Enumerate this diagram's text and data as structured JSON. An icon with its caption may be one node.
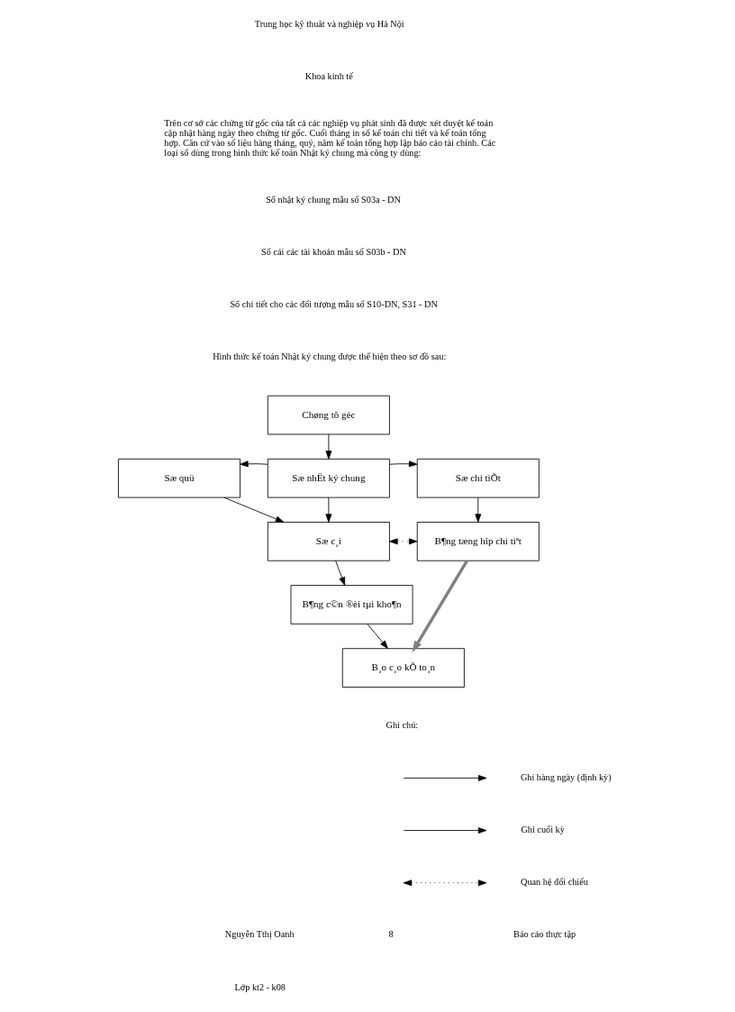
{
  "diagram": {
    "nodes": [
      {
        "text": [
          "Chøng tõ gèc"
        ]
      },
      {
        "text": [
          "Sæ nhËt ký chung"
        ]
      },
      {
        "text": [
          "Sæ quü"
        ]
      },
      {
        "text": [
          "Sæ chi tiÕt"
        ]
      },
      {
        "text": [
          "Sæ c¸i"
        ]
      },
      {
        "text": [
          "B¶ng tæng hîp chi tiªt"
        ]
      },
      {
        "text": [
          "B¶ng c©n ®èi tµi kho¶n"
        ]
      },
      {
        "text": [
          "B¸o c¸o kÕ to¸n"
        ]
      }
    ],
    "edges": [
      {
        "from": 0,
        "to": 1,
        "arrow": "to"
      },
      {
        "from": 1,
        "to": 2,
        "arrow": "to"
      },
      {
        "from": 1,
        "to": 3,
        "arrow": "to"
      },
      {
        "from": 1,
        "to": 4,
        "arrow": "to"
      },
      {
        "from": 2,
        "to": 4,
        "arrow": "to"
      },
      {
        "from": 3,
        "to": 5,
        "arrow": "to"
      },
      {
        "from": 4,
        "to": 5,
        "arrow": "both",
        "style": "dashed"
      },
      {
        "from": 4,
        "to": 6,
        "arrow": "to"
      },
      {
        "from": 6,
        "to": 7,
        "arrow": "to"
      },
      {
        "from": 5,
        "to": 7,
        "arrow": "to",
        "style": "thick",
        "color": "#808080"
      }
    ],
    "labels": [
      "Trung học kỹ thuât và nghiệp vụ Hà Nội",
      "Khoa kinh tế",
      "Trên cơ sở các chứng từ gốc của tất cả các nghiệp vụ phát sinh đã được xét duyệt kế toán cập nhật hàng ngày theo chứng từ gốc. Cuối tháng in sổ kế toán chi tiết và kế toán tổng hợp. Căn cứ vào số liệu hàng tháng, quý, năm kế toán tổng hợp lập báo cáo tài chính. Các loại sổ dùng trong hình thức kế toán Nhật ký chung mà công ty dùng:",
      "Sổ nhật ký chung mẫu số S03a - DN",
      "Sổ cái các tài khoản mẫu số S03b - DN",
      "Sổ chi tiết cho các đối tượng mẫu số S10-DN, S31 - DN",
      "Hình thức kế toán Nhật ký chung được thể hiện theo sơ đồ sau:",
      "Ghi chú:",
      "Nguyễn Tthị Oanh",
      "8",
      "Báo cáo thực tập",
      "Lớp kt2 - k08"
    ],
    "legend": [
      {
        "text": "Ghi hàng ngày (định kỳ)"
      },
      {
        "text": "Ghi cuối kỳ"
      },
      {
        "text": "Quan hệ đối chiếu"
      }
    ]
  }
}
